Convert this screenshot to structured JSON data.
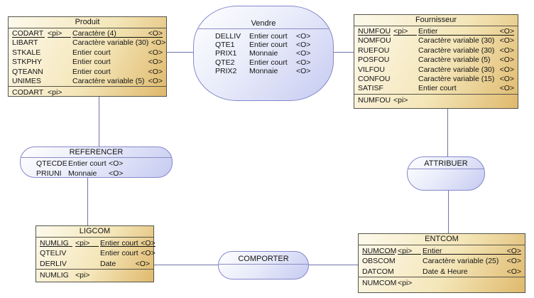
{
  "entities": {
    "produit": {
      "title": "Produit",
      "rows": [
        {
          "name": "CODART",
          "pi": "<pi>",
          "type": "Caractère (4)",
          "o": "<O>",
          "key": true
        },
        {
          "name": "LIBART",
          "pi": "",
          "type": "Caractère variable (30)",
          "o": "<O>"
        },
        {
          "name": "STKALE",
          "pi": "",
          "type": "Entier court",
          "o": "<O>"
        },
        {
          "name": "STKPHY",
          "pi": "",
          "type": "Entier court",
          "o": "<O>"
        },
        {
          "name": "QTEANN",
          "pi": "",
          "type": "Entier court",
          "o": "<O>"
        },
        {
          "name": "UNIMES",
          "pi": "",
          "type": "Caractère variable (5)",
          "o": "<O>"
        }
      ],
      "footer": {
        "name": "CODART",
        "pi": "<pi>"
      }
    },
    "fournisseur": {
      "title": "Fournisseur",
      "rows": [
        {
          "name": "NUMFOU",
          "pi": "<pi>",
          "type": "Entier",
          "o": "<O>",
          "key": true
        },
        {
          "name": "NOMFOU",
          "pi": "",
          "type": "Caractère variable (30)",
          "o": "<O>"
        },
        {
          "name": "RUEFOU",
          "pi": "",
          "type": "Caractère variable (30)",
          "o": "<O>"
        },
        {
          "name": "POSFOU",
          "pi": "",
          "type": "Caractère variable (5)",
          "o": "<O>"
        },
        {
          "name": "VILFOU",
          "pi": "",
          "type": "Caractère variable (30)",
          "o": "<O>"
        },
        {
          "name": "CONFOU",
          "pi": "",
          "type": "Caractère variable (15)",
          "o": "<O>"
        },
        {
          "name": "SATISF",
          "pi": "",
          "type": "Entier court",
          "o": "<O>"
        }
      ],
      "footer": {
        "name": "NUMFOU",
        "pi": "<pi>"
      }
    },
    "ligcom": {
      "title": "LIGCOM",
      "rows": [
        {
          "name": "NUMLIG",
          "pi": "<pi>",
          "type": "Entier court",
          "o": "<O>",
          "key": true
        },
        {
          "name": "QTELIV",
          "pi": "",
          "type": "Entier court",
          "o": "<O>"
        },
        {
          "name": "DERLIV",
          "pi": "",
          "type": "Date",
          "o": "<O>"
        }
      ],
      "footer": {
        "name": "NUMLIG",
        "pi": "<pi>"
      }
    },
    "entcom": {
      "title": "ENTCOM",
      "rows": [
        {
          "name": "NUMCOM",
          "pi": "<pi>",
          "type": "Entier",
          "o": "<O>",
          "key": true
        },
        {
          "name": "OBSCOM",
          "pi": "",
          "type": "Caractère variable (25)",
          "o": "<O>"
        },
        {
          "name": "DATCOM",
          "pi": "",
          "type": "Date & Heure",
          "o": "<O>"
        }
      ],
      "footer": {
        "name": "NUMCOM",
        "pi": "<pi>"
      }
    }
  },
  "associations": {
    "vendre": {
      "title": "Vendre",
      "rows": [
        {
          "name": "DELLIV",
          "type": "Entier court",
          "o": "<O>"
        },
        {
          "name": "QTE1",
          "type": "Entier court",
          "o": "<O>"
        },
        {
          "name": "PRIX1",
          "type": "Monnaie",
          "o": "<O>"
        },
        {
          "name": "QTE2",
          "type": "Entier court",
          "o": "<O>"
        },
        {
          "name": "PRIX2",
          "type": "Monnaie",
          "o": "<O>"
        }
      ]
    },
    "referencer": {
      "title": "REFERENCER",
      "rows": [
        {
          "name": "QTECDE",
          "type": "Entier court",
          "o": "<O>"
        },
        {
          "name": "PRIUNI",
          "type": "Monnaie",
          "o": "<O>"
        }
      ]
    },
    "attribuer": {
      "title": "ATTRIBUER",
      "rows": []
    },
    "comporter": {
      "title": "COMPORTER",
      "rows": []
    }
  },
  "connectors": [
    {
      "from": "Produit",
      "to": "Vendre"
    },
    {
      "from": "Vendre",
      "to": "Fournisseur"
    },
    {
      "from": "Produit",
      "to": "REFERENCER"
    },
    {
      "from": "REFERENCER",
      "to": "LIGCOM"
    },
    {
      "from": "Fournisseur",
      "to": "ATTRIBUER"
    },
    {
      "from": "ATTRIBUER",
      "to": "ENTCOM"
    },
    {
      "from": "LIGCOM",
      "to": "COMPORTER"
    },
    {
      "from": "COMPORTER",
      "to": "ENTCOM"
    }
  ],
  "colors": {
    "entity_fill_light": "#fdf9ec",
    "entity_fill_dark": "#dfb96d",
    "entity_border": "#55544a",
    "association_fill_light": "#ffffff",
    "association_fill_dark": "#c6cbf1",
    "association_border": "#8587cb",
    "connector": "#7173a6"
  }
}
